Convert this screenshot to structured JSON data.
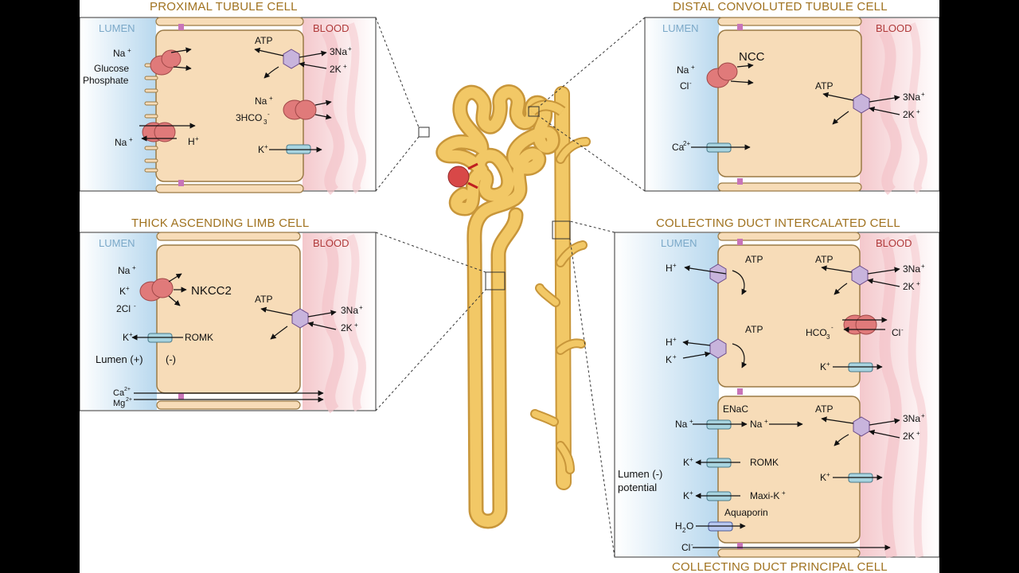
{
  "titles": {
    "proximal": "PROXIMAL TUBULE CELL",
    "distal": "DISTAL CONVOLUTED TUBULE CELL",
    "thick": "THICK ASCENDING LIMB CELL",
    "intercalated": "COLLECTING DUCT INTERCALATED CELL",
    "principal": "COLLECTING DUCT PRINCIPAL CELL"
  },
  "common": {
    "lumen": "LUMEN",
    "blood": "BLOOD",
    "atp": "ATP",
    "na3": "3Na",
    "k2": "2K",
    "plus": "+",
    "minus": "-"
  },
  "proximal": {
    "na": "Na",
    "glucose": "Glucose",
    "phosphate": "Phosphate",
    "h": "H",
    "hco3": "3HCO",
    "sub3": "3",
    "k": "K"
  },
  "distal": {
    "ncc": "NCC",
    "na": "Na",
    "cl": "Cl",
    "ca": "Ca",
    "sup2": "2+"
  },
  "thick": {
    "na": "Na",
    "k": "K",
    "cl2": "2Cl",
    "nkcc2": "NKCC2",
    "romk": "ROMK",
    "lumen_potential": "Lumen (+)",
    "neg": "(-)",
    "ca": "Ca",
    "mg": "Mg",
    "sup2": "2+"
  },
  "intercalated": {
    "h": "H",
    "k": "K",
    "hco": "HCO",
    "sub3": "3",
    "cl": "Cl"
  },
  "principal": {
    "enac": "ENaC",
    "na": "Na",
    "k": "K",
    "romk": "ROMK",
    "maxik": "Maxi-K",
    "aquaporin": "Aquaporin",
    "h2o": "H",
    "h2o_sub": "2",
    "h2o_o": "O",
    "cl": "Cl",
    "lumen_neg": "Lumen (-)",
    "potential": "potential"
  },
  "colors": {
    "cell_fill": "#f7dcb8",
    "cell_stroke": "#9a7a45",
    "tubule": "#f2c866",
    "tubule_stroke": "#c8963a",
    "transporter_red": "#e07a7a",
    "pump_purple": "#c8b4dc",
    "channel_blue": "#a8d4e0",
    "title": "#a0721f",
    "lumen_label": "#7aa8c8",
    "blood_label": "#b03a3a"
  }
}
